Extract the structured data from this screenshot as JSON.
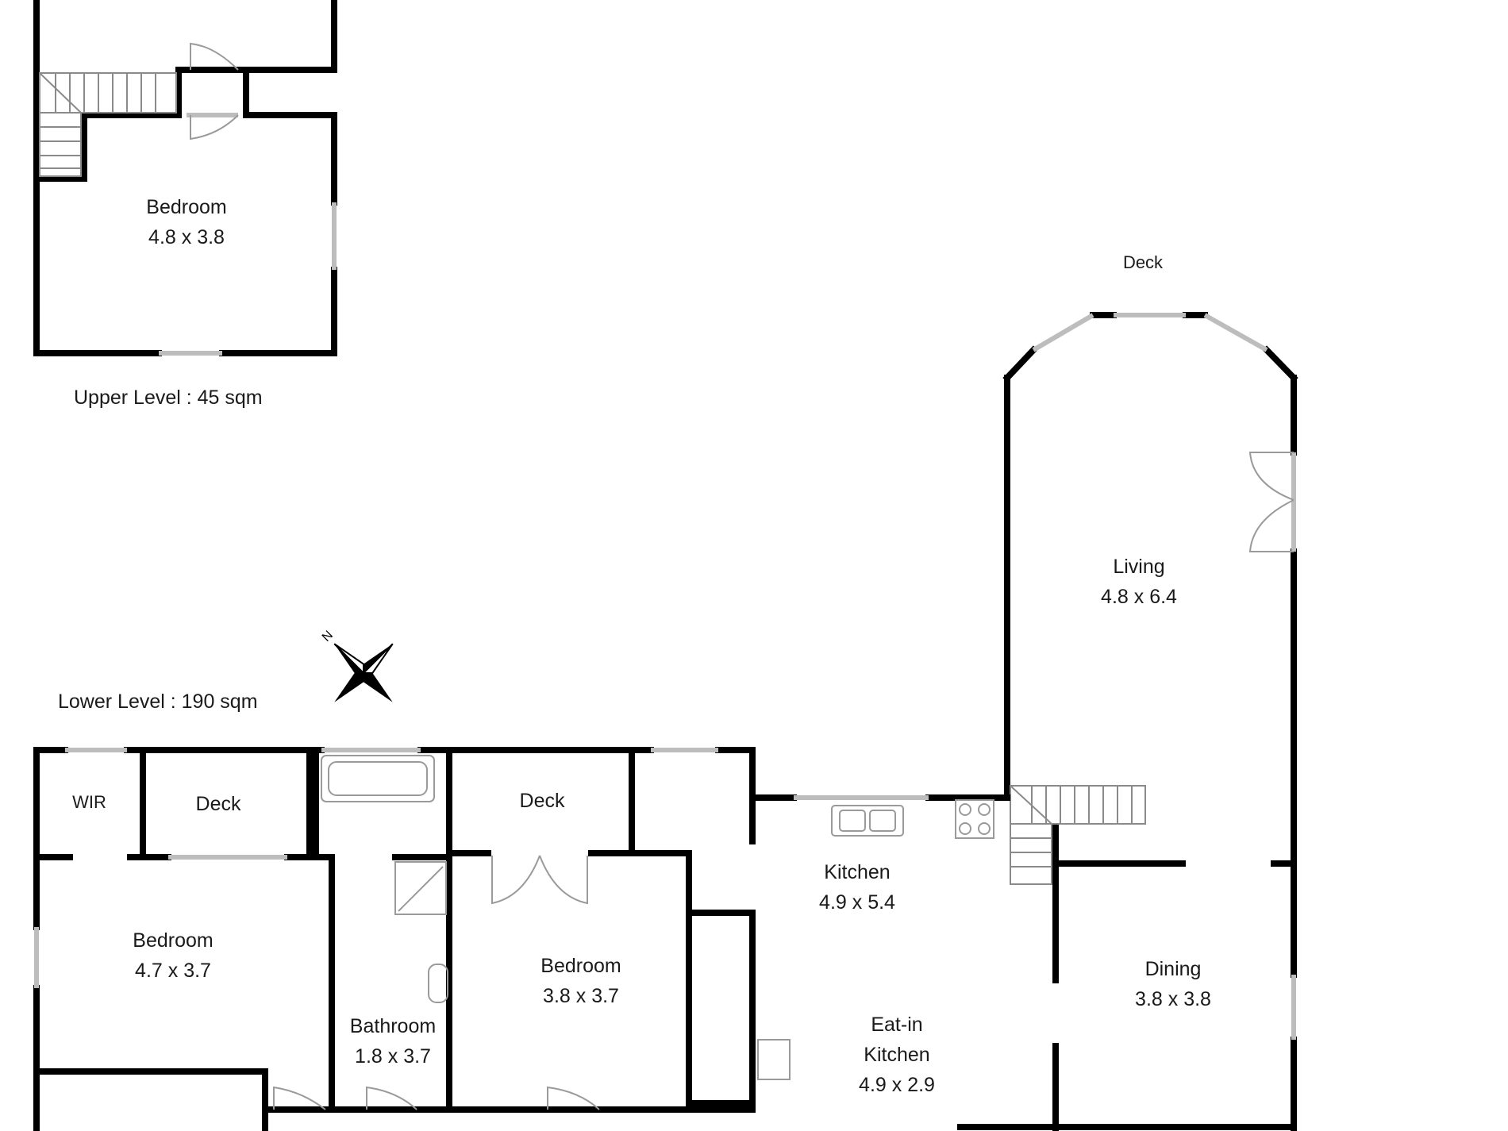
{
  "levels": {
    "upper": "Upper Level : 45 sqm",
    "lower": "Lower Level : 190 sqm"
  },
  "rooms": {
    "upper_bedroom": {
      "name": "Bedroom",
      "dim": "4.8 x 3.8"
    },
    "deck_top": {
      "name": "Deck"
    },
    "living": {
      "name": "Living",
      "dim": "4.8 x 6.4"
    },
    "wir": {
      "name": "WIR"
    },
    "deck_left": {
      "name": "Deck"
    },
    "deck_mid": {
      "name": "Deck"
    },
    "kitchen": {
      "name": "Kitchen",
      "dim": "4.9 x 5.4"
    },
    "bedroom_1": {
      "name": "Bedroom",
      "dim": "4.7 x 3.7"
    },
    "bedroom_2": {
      "name": "Bedroom",
      "dim": "3.8 x 3.7"
    },
    "bathroom": {
      "name": "Bathroom",
      "dim": "1.8 x 3.7"
    },
    "dining": {
      "name": "Dining",
      "dim": "3.8 x 3.8"
    },
    "eatin": {
      "name_line1": "Eat-in",
      "name_line2": "Kitchen",
      "dim": "4.9 x 2.9"
    }
  },
  "compass": {
    "north_label": "N"
  },
  "colors": {
    "wall": "#000000",
    "window": "#bdbdbd",
    "fixture": "#9a9a9a"
  }
}
